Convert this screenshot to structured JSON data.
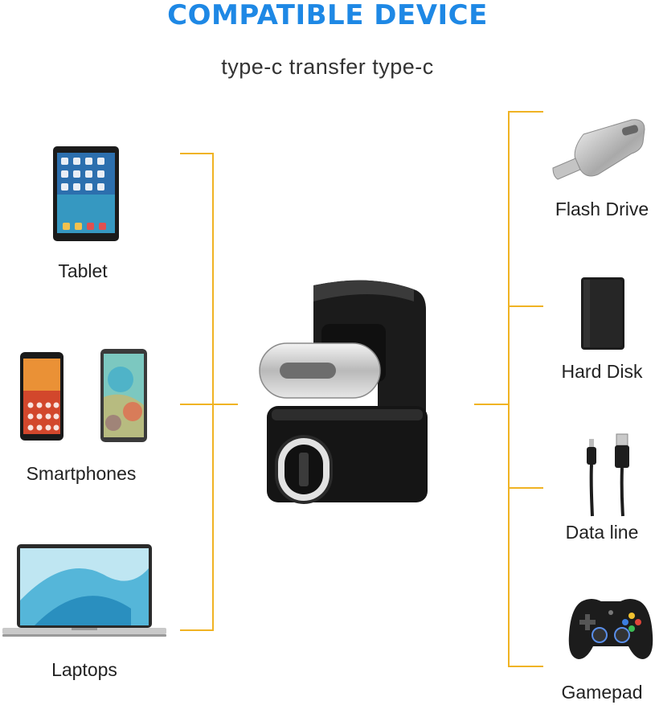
{
  "header": {
    "title": "COMPATIBLE DEVICE",
    "subtitle": "type-c transfer type-c",
    "title_color": "#1e88e5"
  },
  "accent_color": "#f0b323",
  "left_devices": [
    {
      "label": "Tablet",
      "icon": "tablet-icon"
    },
    {
      "label": "Smartphones",
      "icon": "smartphones-icon"
    },
    {
      "label": "Laptops",
      "icon": "laptop-icon"
    }
  ],
  "right_devices": [
    {
      "label": "Flash Drive",
      "icon": "flash-drive-icon"
    },
    {
      "label": "Hard Disk",
      "icon": "hard-disk-icon"
    },
    {
      "label": "Data line",
      "icon": "data-cable-icon"
    },
    {
      "label": "Gamepad",
      "icon": "gamepad-icon"
    }
  ],
  "product": {
    "icon": "usb-c-adapter-icon"
  }
}
